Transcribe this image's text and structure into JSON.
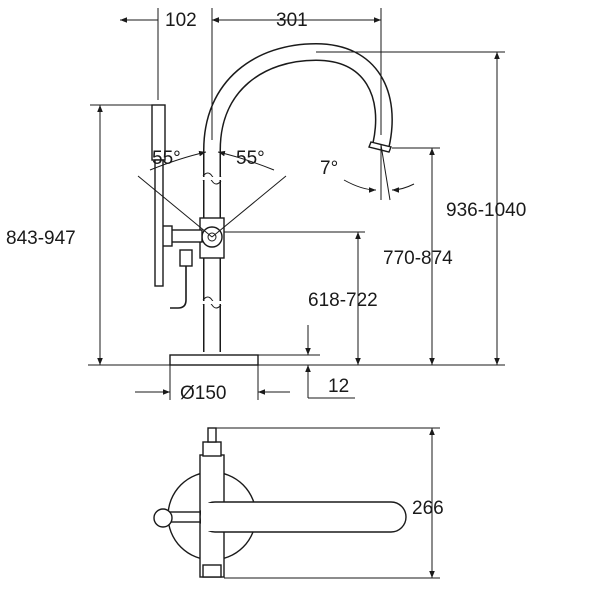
{
  "dimensions": {
    "hand_shower_offset": "102",
    "spout_reach": "301",
    "handle_angle_left": "55°",
    "handle_angle_right": "55°",
    "spout_tilt": "7°",
    "overall_height": "936-1040",
    "handle_height": "843-947",
    "outlet_height": "770-874",
    "mixer_height": "618-722",
    "base_diameter": "Ø150",
    "base_thickness": "12",
    "plan_depth": "266"
  }
}
